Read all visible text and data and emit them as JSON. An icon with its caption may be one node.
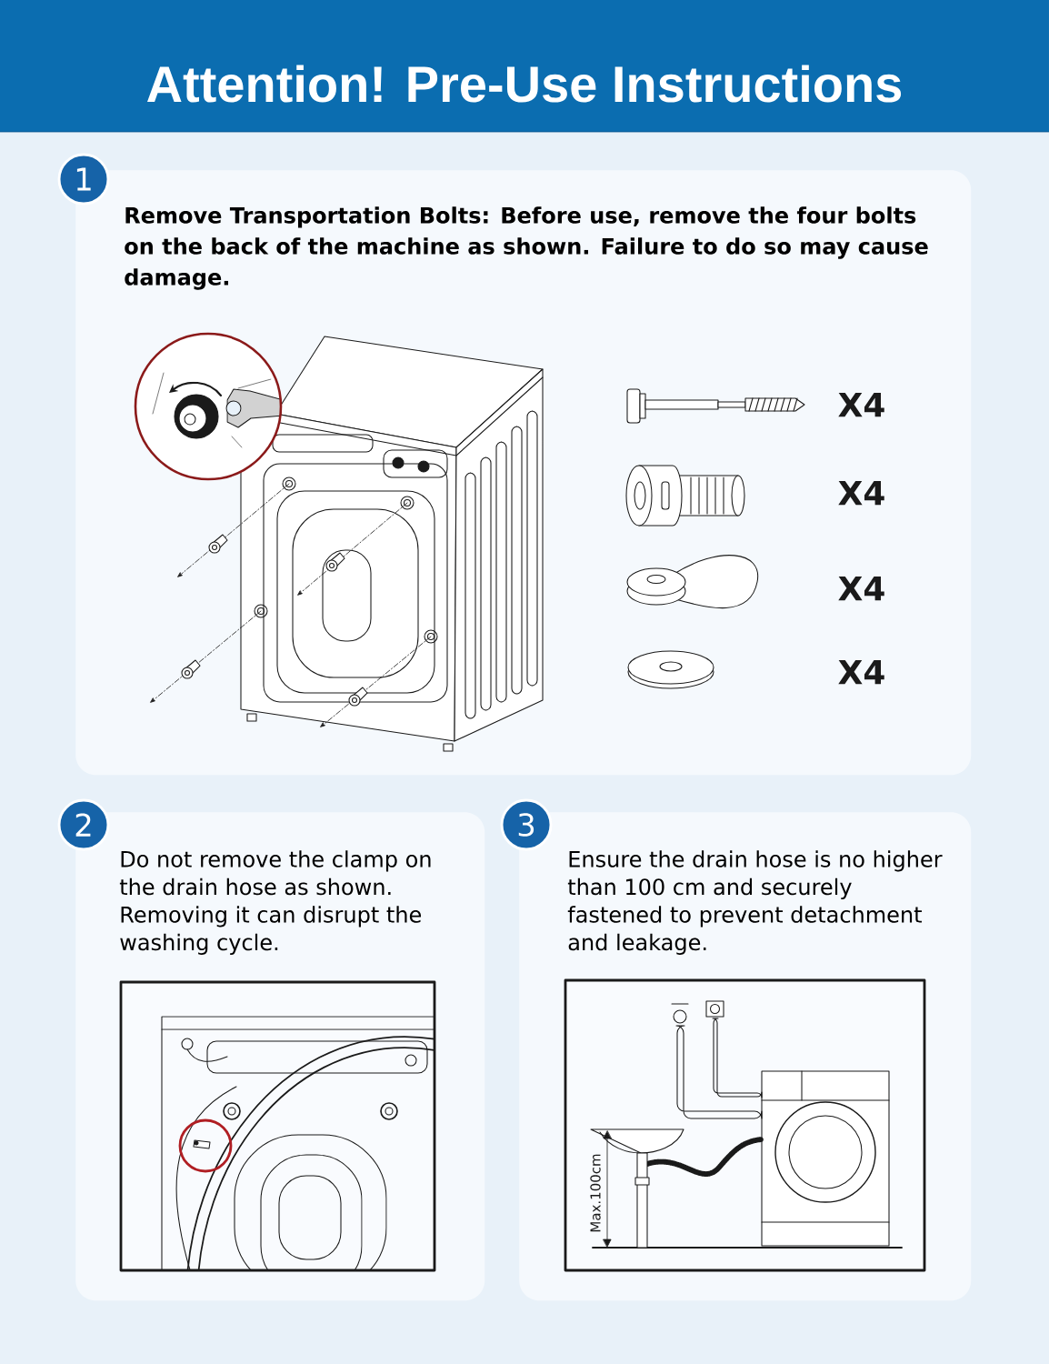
{
  "diagram": {
    "title": "Attention! Pre-Use Instructions",
    "nodes": [
      {
        "text": [
          "Remove Transportation Bolts: Before use, remove the four bolts on the back of the machine as shown. Failure to do so may cause damage."
        ]
      },
      {
        "text": [
          "1"
        ]
      },
      {
        "text": [
          "Do not remove the clamp on the drain hose as shown. Removing it can disrupt the washing cycle."
        ]
      },
      {
        "text": [
          "2"
        ]
      },
      {
        "text": [
          "Ensure the drain hose is no higher than 100 cm and securely fastened to prevent detachment and leakage."
        ]
      },
      {
        "text": [
          "3"
        ]
      }
    ],
    "labels": [
      "X4",
      "X4",
      "X4",
      "X4",
      "Max.100cm"
    ]
  }
}
